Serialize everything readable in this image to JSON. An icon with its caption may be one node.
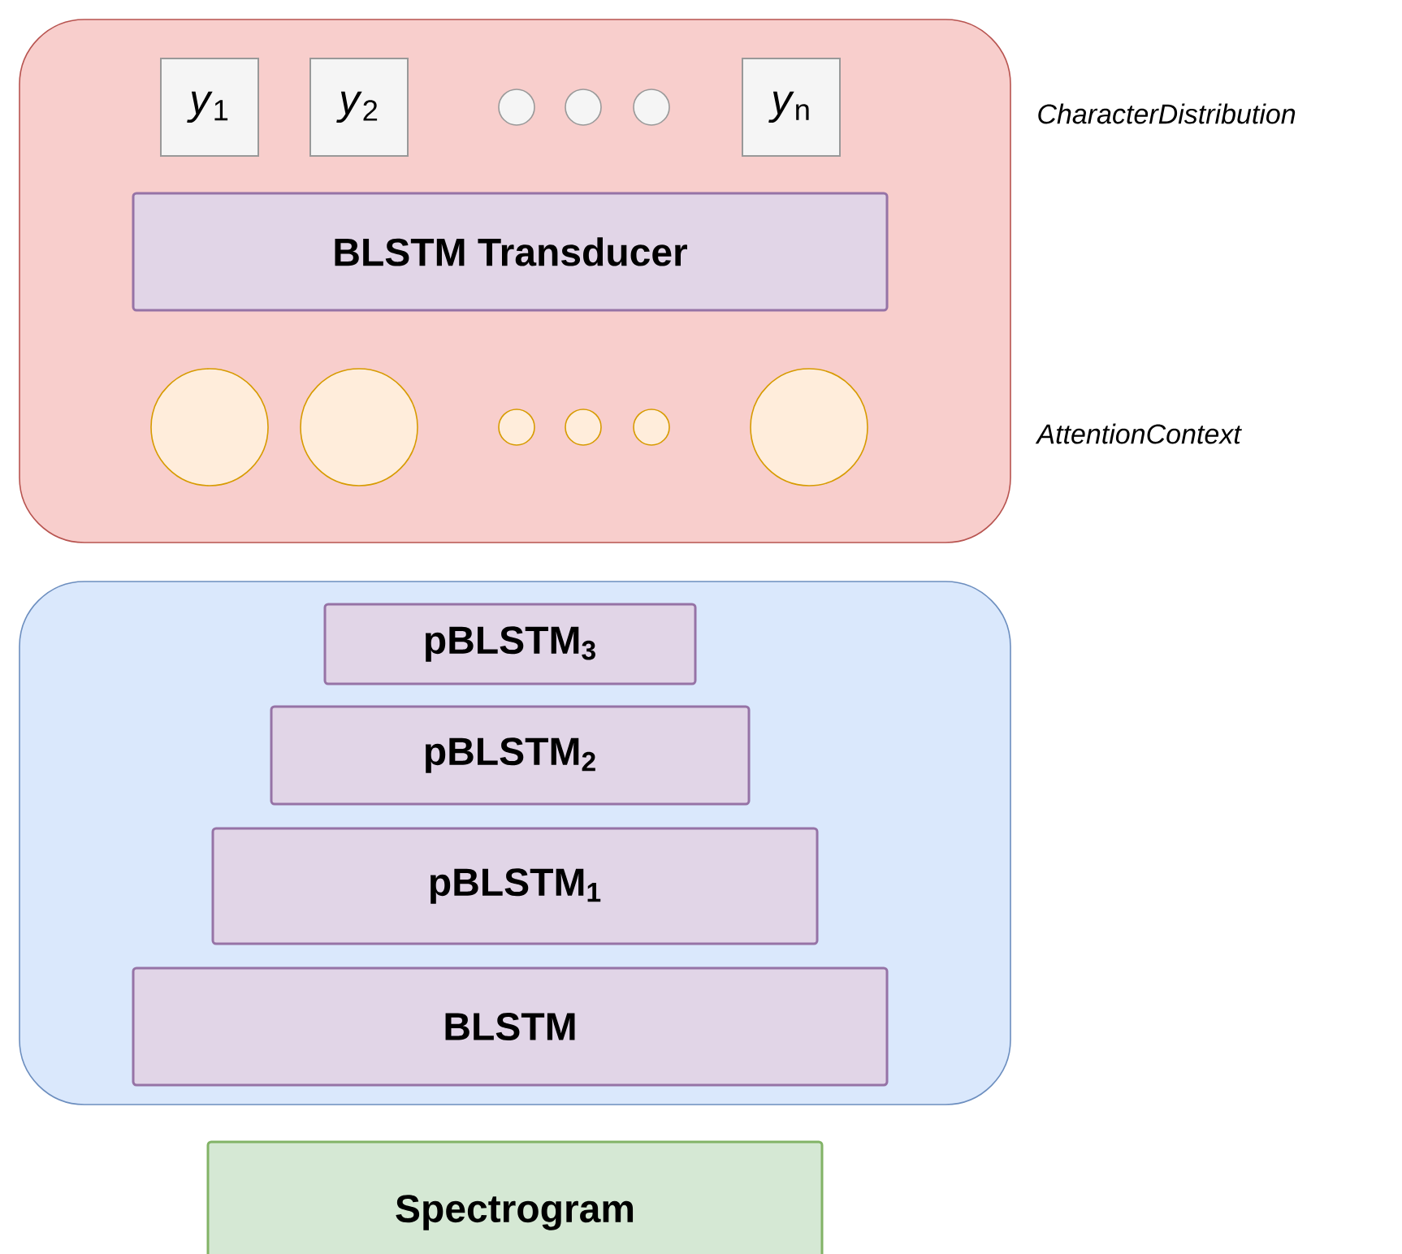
{
  "diagram": {
    "nodes": [
      {
        "text": [],
        "shape": "box"
      },
      {
        "text": [
          "*y*$_{1}$"
        ],
        "in": 0
      },
      {
        "text": [
          "*y*$_{2}$"
        ],
        "in": 0
      },
      {
        "text": [],
        "shape": "circle",
        "in": 0
      },
      {
        "text": [],
        "shape": "circle",
        "in": 0
      },
      {
        "text": [],
        "shape": "circle",
        "in": 0
      },
      {
        "text": [
          "*y*$_{n}$"
        ],
        "in": 0
      },
      {
        "text": [
          "BLSTM Transducer"
        ],
        "in": 0
      },
      {
        "text": [],
        "shape": "circle",
        "in": 0
      },
      {
        "text": [],
        "shape": "circle",
        "in": 0
      },
      {
        "text": [],
        "shape": "circle",
        "in": 0
      },
      {
        "text": [],
        "shape": "circle",
        "in": 0
      },
      {
        "text": [],
        "shape": "circle",
        "in": 0
      },
      {
        "text": [],
        "shape": "circle",
        "in": 0
      },
      {
        "text": [],
        "shape": "box"
      },
      {
        "text": [
          "pBLSTM$_{3}$"
        ],
        "in": 14
      },
      {
        "text": [
          "pBLSTM$_{2}$"
        ],
        "in": 14
      },
      {
        "text": [
          "pBLSTM$_{1}$"
        ],
        "in": 14
      },
      {
        "text": [
          "BLSTM"
        ],
        "in": 14
      },
      {
        "text": [
          "Spectrogram"
        ]
      }
    ],
    "labels": [
      "CharacterDistribution",
      "AttentionContext"
    ]
  }
}
